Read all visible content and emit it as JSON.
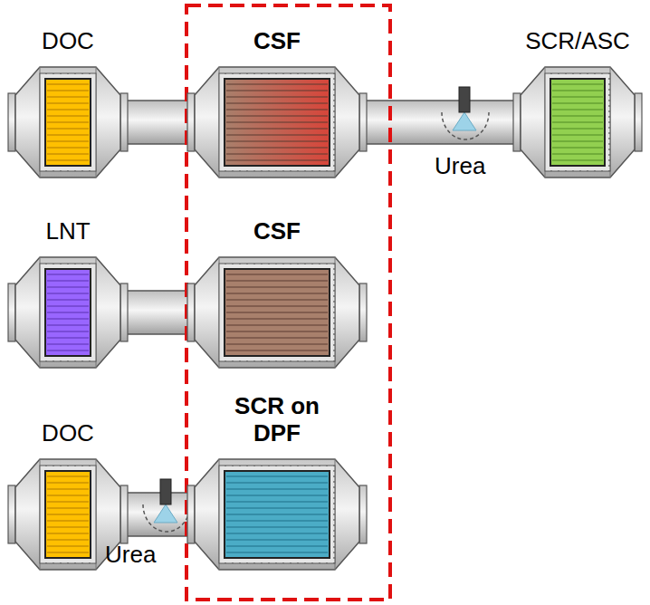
{
  "diagram": {
    "nodes": [
      {
        "text": [
          "DOC"
        ]
      },
      {
        "text": [
          "CSF"
        ]
      },
      {
        "text": [
          "SCR/ASC"
        ]
      },
      {
        "text": [
          "LNT"
        ]
      },
      {
        "text": [
          "CSF"
        ]
      },
      {
        "text": [
          "DOC"
        ]
      },
      {
        "text": [
          "SCR on DPF"
        ]
      }
    ],
    "edges": [
      {
        "from": 0,
        "to": 1,
        "arrow": "none"
      },
      {
        "from": 1,
        "to": 2,
        "arrow": "none"
      },
      {
        "from": 3,
        "to": 4,
        "arrow": "none"
      },
      {
        "from": 5,
        "to": 6,
        "arrow": "none"
      }
    ],
    "labels": [
      "Urea",
      "Urea"
    ]
  }
}
